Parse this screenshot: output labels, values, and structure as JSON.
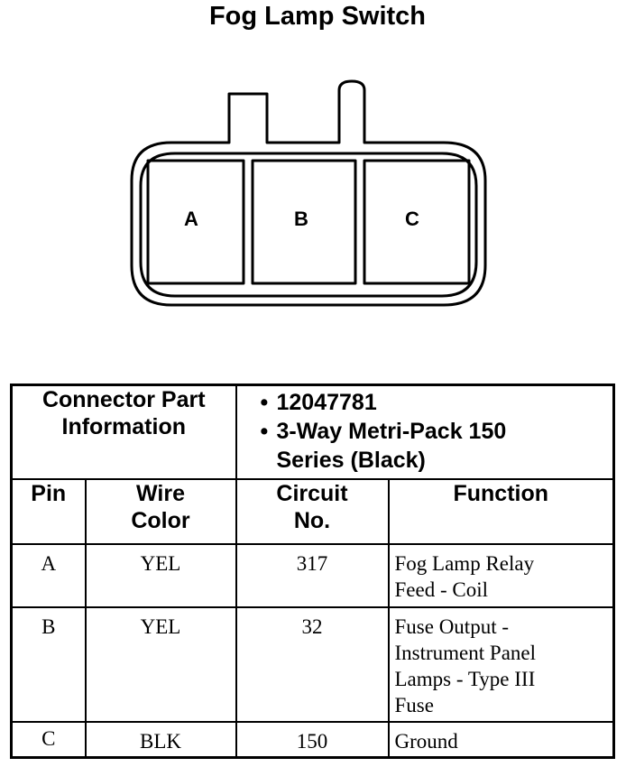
{
  "title": "Fog Lamp Switch",
  "connector": {
    "cavities": [
      "A",
      "B",
      "C"
    ]
  },
  "part_info": {
    "label_line1": "Connector Part",
    "label_line2": "Information",
    "bullet": "•",
    "part_number": "12047781",
    "description_line1": "3-Way Metri-Pack 150",
    "description_line2": "Series (Black)"
  },
  "headers": {
    "pin": "Pin",
    "wire_color_line1": "Wire",
    "wire_color_line2": "Color",
    "circuit_line1": "Circuit",
    "circuit_line2": "No.",
    "function": "Function"
  },
  "rows": [
    {
      "pin": "A",
      "color": "YEL",
      "circuit": "317",
      "function_lines": [
        "Fog Lamp Relay",
        "Feed - Coil"
      ]
    },
    {
      "pin": "B",
      "color": "YEL",
      "circuit": "32",
      "function_lines": [
        "Fuse Output -",
        "Instrument Panel",
        "Lamps - Type III",
        "Fuse"
      ]
    },
    {
      "pin": "C",
      "color": "BLK",
      "circuit": "150",
      "function_lines": [
        "Ground"
      ]
    }
  ]
}
